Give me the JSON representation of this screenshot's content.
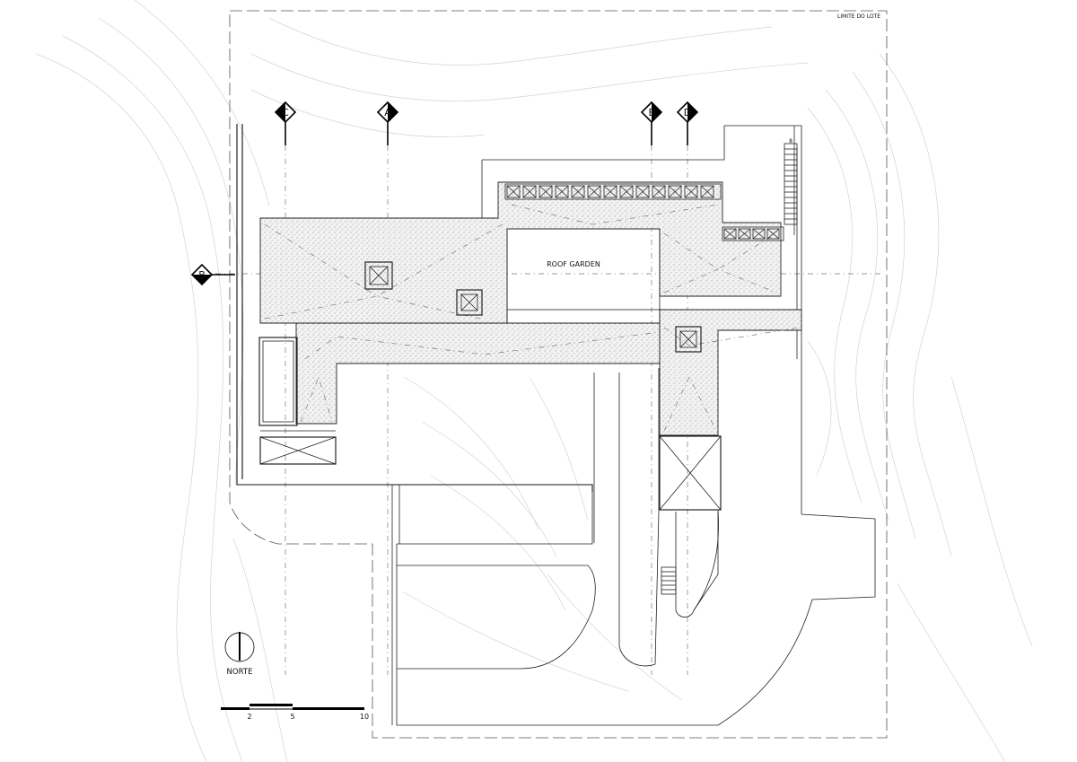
{
  "labels": {
    "lot_limit": "LIMITE DO LOTE",
    "roof_garden": "ROOF GARDEN",
    "north": "NORTE",
    "small_level": "8"
  },
  "section_markers": [
    "C",
    "A",
    "E",
    "D",
    "B"
  ],
  "scale_bar": {
    "ticks": [
      "2",
      "5",
      "10"
    ]
  },
  "icons": {
    "north_arrow": "north-arrow-icon",
    "section_marker": "section-marker-icon",
    "skylight": "skylight-icon"
  },
  "colors": {
    "line": "#111111",
    "contour": "#d4d4d4",
    "dashed": "#555555",
    "background": "#ffffff"
  }
}
